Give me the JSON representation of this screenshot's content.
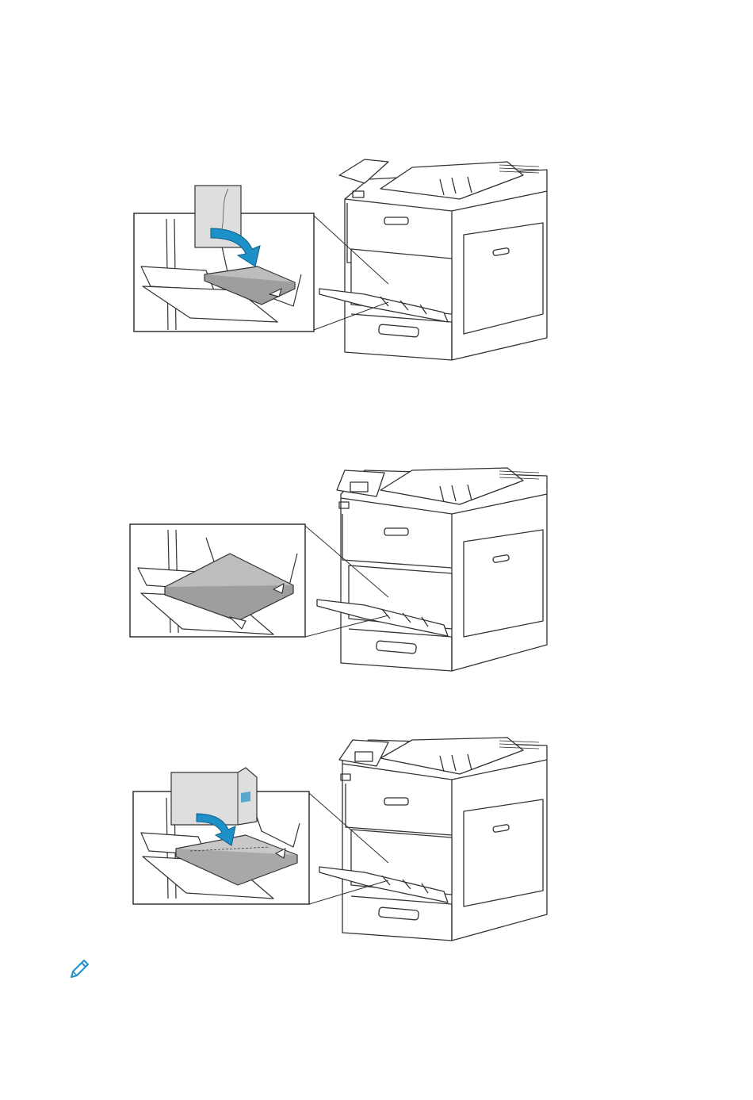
{
  "figures": [
    {
      "step": "load-paper-with-insert-arrow"
    },
    {
      "step": "paper-loaded-in-bypass-tray"
    },
    {
      "step": "load-envelopes-with-insert-arrow"
    }
  ],
  "icons": {
    "note": "pencil-note-icon"
  },
  "colors": {
    "line": "#333333",
    "accent": "#1e90c8",
    "paper": "#dedede",
    "stack": "#bdbdbd"
  }
}
